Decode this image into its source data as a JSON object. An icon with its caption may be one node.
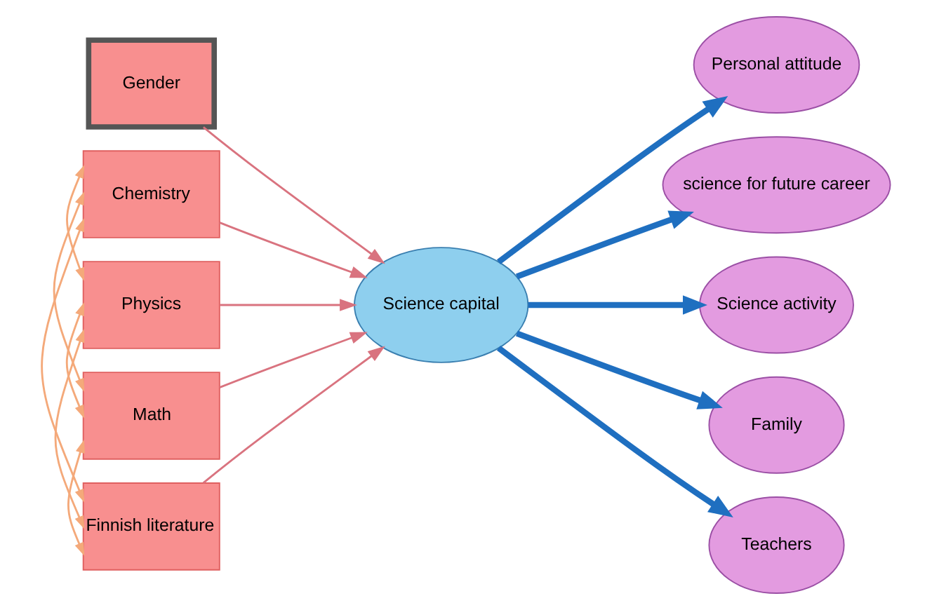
{
  "diagram": {
    "nodes": [
      {
        "text": [
          "Gender"
        ]
      },
      {
        "text": [
          "Chemistry"
        ]
      },
      {
        "text": [
          "Physics"
        ]
      },
      {
        "text": [
          "Math"
        ]
      },
      {
        "text": [
          "Finnish literature"
        ]
      },
      {
        "text": [
          "Science capital"
        ]
      },
      {
        "text": [
          "Personal attitude"
        ]
      },
      {
        "text": [
          "science for future career"
        ]
      },
      {
        "text": [
          "Science activity"
        ]
      },
      {
        "text": [
          "Family"
        ]
      },
      {
        "text": [
          "Teachers"
        ]
      }
    ],
    "edges": [
      {
        "from": 0,
        "to": 5,
        "arrow": "to",
        "color": "#d9737f"
      },
      {
        "from": 1,
        "to": 5,
        "arrow": "to",
        "color": "#d9737f"
      },
      {
        "from": 2,
        "to": 5,
        "arrow": "to",
        "color": "#d9737f"
      },
      {
        "from": 3,
        "to": 5,
        "arrow": "to",
        "color": "#d9737f"
      },
      {
        "from": 4,
        "to": 5,
        "arrow": "to",
        "color": "#d9737f"
      },
      {
        "from": 5,
        "to": 6,
        "arrow": "to",
        "style": "thick",
        "color": "#1f6fc0"
      },
      {
        "from": 5,
        "to": 7,
        "arrow": "to",
        "style": "thick",
        "color": "#1f6fc0"
      },
      {
        "from": 5,
        "to": 8,
        "arrow": "to",
        "style": "thick",
        "color": "#1f6fc0"
      },
      {
        "from": 5,
        "to": 9,
        "arrow": "to",
        "style": "thick",
        "color": "#1f6fc0"
      },
      {
        "from": 5,
        "to": 10,
        "arrow": "to",
        "style": "thick",
        "color": "#1f6fc0"
      },
      {
        "from": 1,
        "to": 2,
        "arrow": "both",
        "color": "#f4a97a"
      },
      {
        "from": 1,
        "to": 3,
        "arrow": "both",
        "color": "#f4a97a"
      },
      {
        "from": 1,
        "to": 4,
        "arrow": "both",
        "color": "#f4a97a"
      },
      {
        "from": 2,
        "to": 3,
        "arrow": "both",
        "color": "#f4a97a"
      },
      {
        "from": 2,
        "to": 4,
        "arrow": "both",
        "color": "#f4a97a"
      },
      {
        "from": 3,
        "to": 4,
        "arrow": "both",
        "color": "#f4a97a"
      }
    ]
  }
}
